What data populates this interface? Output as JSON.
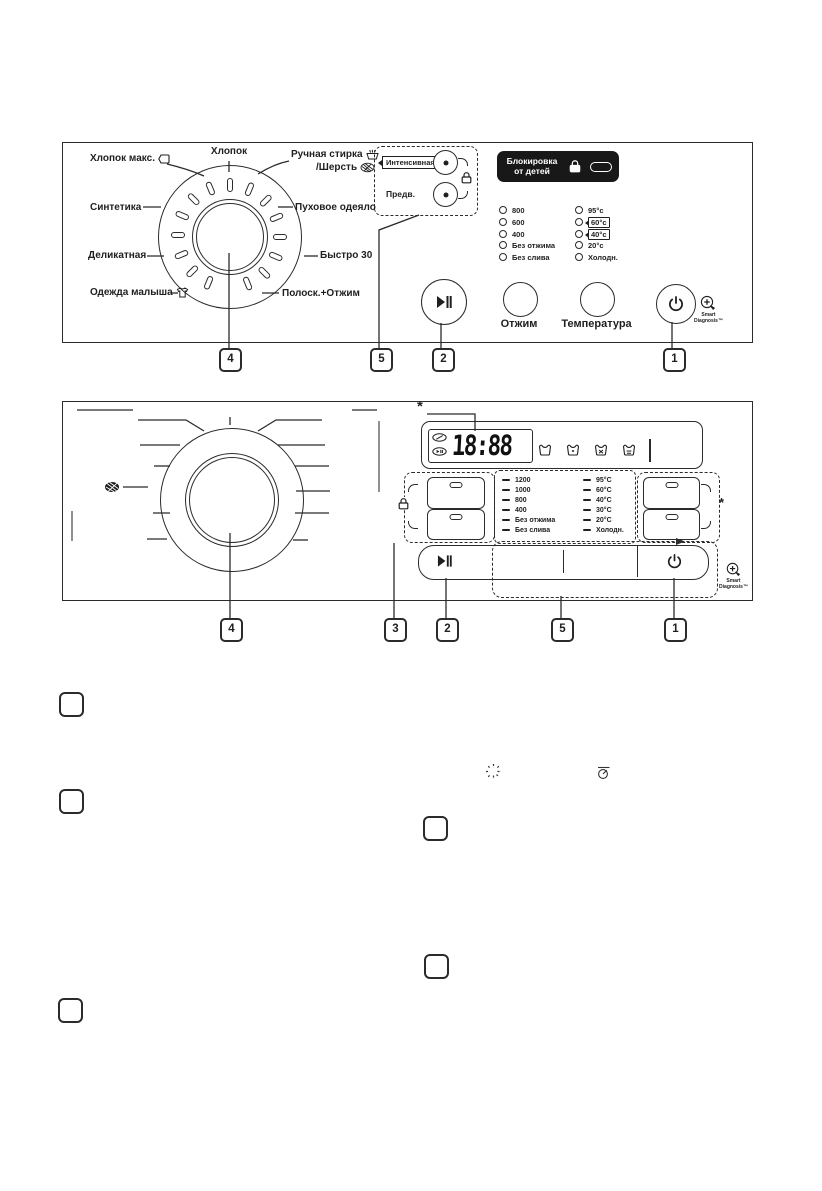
{
  "colors": {
    "ink": "#1f1f1f",
    "panel_border": "#2b2b2b",
    "badge_bg": "#181818",
    "gray_line": "#909090"
  },
  "panel1": {
    "dial": {
      "top": "Хлопок",
      "left": [
        {
          "label": "Хлопок макс.",
          "icon": "tag-icon"
        },
        {
          "label": "Синтетика"
        },
        {
          "label": "Деликатная"
        },
        {
          "label": "Одежда малыша",
          "icon": "baby-clothes-icon"
        }
      ],
      "right": [
        {
          "label": "Ручная стирка",
          "icon": "handwash-icon"
        },
        {
          "label": "/Шерсть",
          "icon": "wool-icon"
        },
        {
          "label": "Пуховое одеяло"
        },
        {
          "label": "Быстро 30"
        },
        {
          "label": "Полоск.+Отжим"
        }
      ]
    },
    "options_box": {
      "intensive": "Интенсивная",
      "prewash": "Предв."
    },
    "child_lock_badge": {
      "line1": "Блокировка",
      "line2": "от детей"
    },
    "spin_column": [
      "800",
      "600",
      "400",
      "Без отжима",
      "Без слива"
    ],
    "temp_column": [
      {
        "label": "95°c",
        "boxed": false
      },
      {
        "label": "60°c",
        "boxed": true
      },
      {
        "label": "40°c",
        "boxed": true
      },
      {
        "label": "20°c",
        "boxed": false
      },
      {
        "label": "Холодн.",
        "boxed": false
      }
    ],
    "buttons": {
      "spin": "Отжим",
      "temperature": "Температура"
    },
    "smart_diagnosis": {
      "line1": "Smart",
      "line2": "Diagnosis™"
    },
    "callouts": [
      "4",
      "5",
      "2",
      "1"
    ]
  },
  "panel2": {
    "display": {
      "time": "18:88"
    },
    "asterisk": "*",
    "spin_column": [
      "1200",
      "1000",
      "800",
      "400",
      "Без отжима",
      "Без слива"
    ],
    "temp_column": [
      "95°C",
      "60°C",
      "40°C",
      "30°C",
      "20°C",
      "Холодн."
    ],
    "smart_diagnosis": {
      "line1": "Smart",
      "line2": "Diagnosis™"
    },
    "callouts": [
      "4",
      "3",
      "2",
      "5",
      "1"
    ]
  },
  "legend_icons": [
    "blinking-indicator-icon",
    "spin-dial-icon"
  ]
}
